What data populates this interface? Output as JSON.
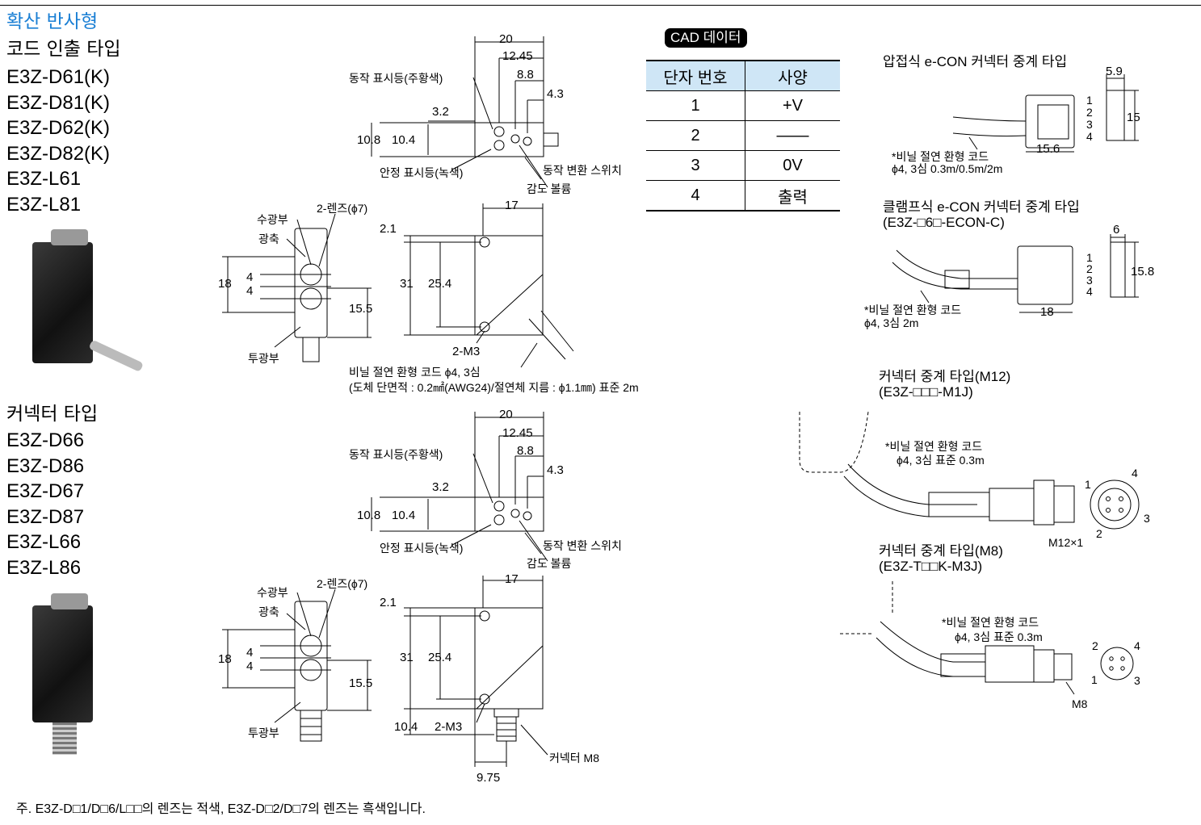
{
  "sec1": {
    "title": "확산 반사형",
    "subtitle": "코드 인출 타입",
    "models": [
      "E3Z-D61(K)",
      "E3Z-D81(K)",
      "E3Z-D62(K)",
      "E3Z-D82(K)",
      "E3Z-L61",
      "E3Z-L81"
    ]
  },
  "sec2": {
    "subtitle": "커넥터 타입",
    "models": [
      "E3Z-D66",
      "E3Z-D86",
      "E3Z-D67",
      "E3Z-D87",
      "E3Z-L66",
      "E3Z-L86"
    ]
  },
  "top": {
    "op_led": "동작 표시등(주황색)",
    "stab_led": "안정 표시등(녹색)",
    "mode_switch": "동작 변환 스위치",
    "sens_vol": "감도 볼륨",
    "d20": "20",
    "d1245": "12.45",
    "d88": "8.8",
    "d43": "4.3",
    "d32": "3.2",
    "d108": "10.8",
    "d104": "10.4"
  },
  "front": {
    "lens": "2-렌즈(ϕ7)",
    "rx": "수광부",
    "axis": "광축",
    "tx": "투광부",
    "d18": "18",
    "d4a": "4",
    "d4b": "4",
    "d155": "15.5"
  },
  "side": {
    "d17": "17",
    "d21": "2.1",
    "d31": "31",
    "d254": "25.4",
    "m3": "2-M3",
    "d104": "10.4",
    "d975": "9.75",
    "conn": "커넥터 M8"
  },
  "cable_note": {
    "line1": "비닐 절연 환형 코드  ϕ4, 3심",
    "line2": "(도체 단면적 : 0.2㎟(AWG24)/절연체 지름 : ϕ1.1㎜) 표준 2m"
  },
  "cad": {
    "badge": "CAD 데이터",
    "headers": [
      "단자 번호",
      "사양"
    ],
    "rows": [
      [
        "1",
        "+V"
      ],
      [
        "2",
        "——"
      ],
      [
        "3",
        "0V"
      ],
      [
        "4",
        "출력"
      ]
    ]
  },
  "econ1": {
    "title": "압접식 e-CON 커넥터 중계 타입",
    "cord": "*비닐 절연 환형 코드",
    "spec": "ϕ4, 3심 0.3m/0.5m/2m",
    "d59": "5.9",
    "d15": "15",
    "d156": "15.6",
    "pins": [
      "1",
      "2",
      "3",
      "4"
    ]
  },
  "econ2": {
    "title": "클램프식 e-CON 커넥터 중계 타입",
    "model": "(E3Z-□6□-ECON-C)",
    "cord": "*비닐 절연 환형 코드",
    "spec": "ϕ4, 3심 2m",
    "d6": "6",
    "d158": "15.8",
    "d18": "18",
    "pins": [
      "1",
      "2",
      "3",
      "4"
    ]
  },
  "m12": {
    "title": "커넥터 중계 타입(M12)",
    "model": "(E3Z-□□□-M1J)",
    "cord": "*비닐 절연 환형 코드",
    "spec": "ϕ4, 3심  표준 0.3m",
    "thread": "M12×1",
    "pins": [
      "1",
      "2",
      "3",
      "4"
    ]
  },
  "m8": {
    "title": "커넥터 중계 타입(M8)",
    "model": "(E3Z-T□□K-M3J)",
    "cord": "*비닐 절연 환형 코드",
    "spec": "ϕ4, 3심  표준 0.3m",
    "thread": "M8",
    "pins": [
      "1",
      "2",
      "3",
      "4"
    ]
  },
  "footnote": "주. E3Z-D□1/D□6/L□□의 렌즈는 적색, E3Z-D□2/D□7의 렌즈는 흑색입니다."
}
